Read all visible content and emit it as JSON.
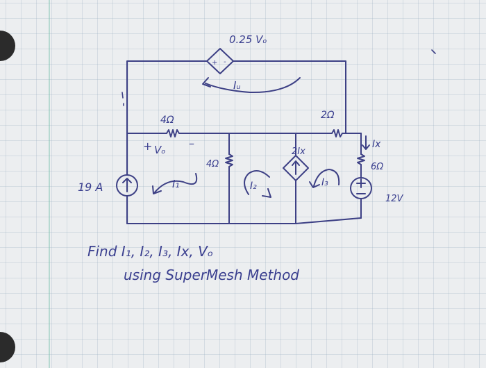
{
  "labels": {
    "dep_voltage": "0.25 Vₒ",
    "mesh_u": "Iᵤ",
    "r_top_left": "4Ω",
    "r_top_right": "2Ω",
    "vo_plus": "+",
    "vo_label": "Vₒ",
    "vo_minus": "–",
    "r_mid": "4Ω",
    "dep_current": "2Ix",
    "ix_label": "Ix",
    "r_right": "6Ω",
    "source_current": "19 A",
    "mesh_1": "I₁",
    "mesh_2": "I₂",
    "mesh_3": "I₃",
    "battery": "12V"
  },
  "question": {
    "line1": "Find I₁, I₂, I₃, Ix, Vₒ",
    "line2": "using SuperMesh Method"
  }
}
